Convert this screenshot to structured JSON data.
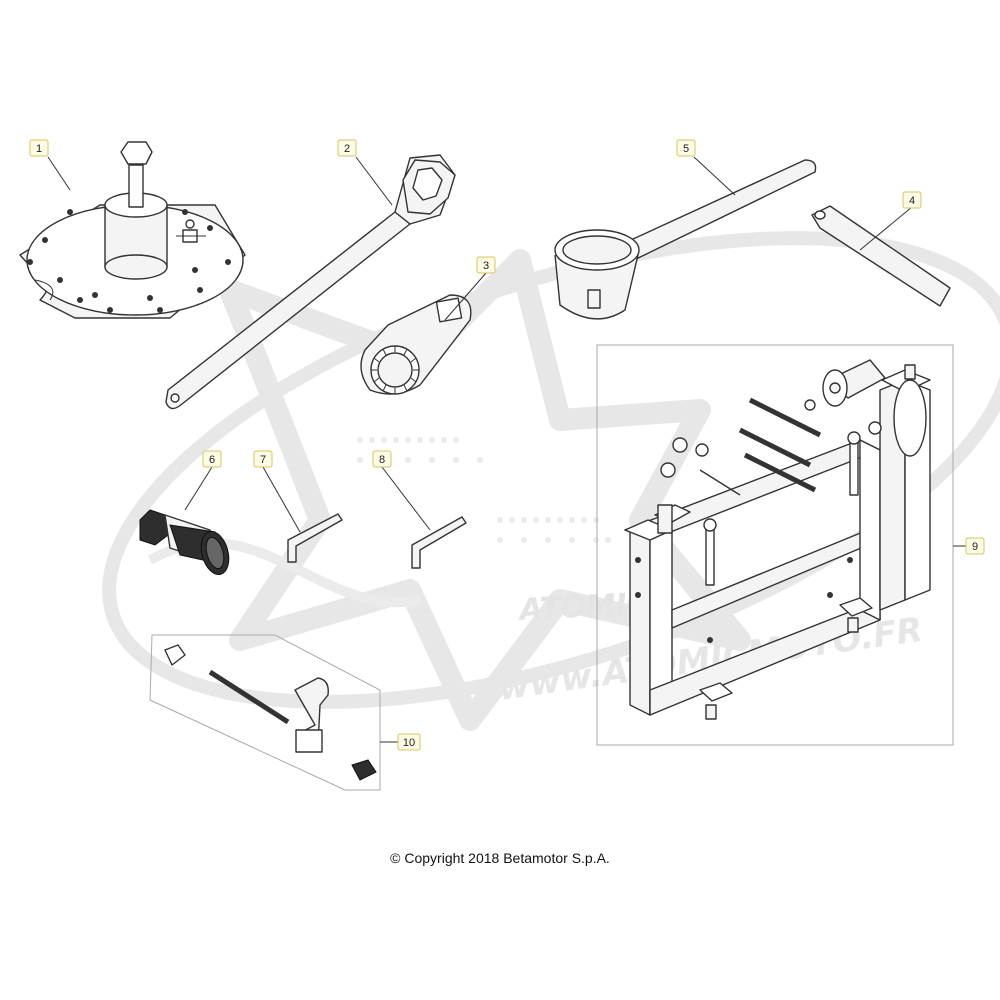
{
  "copyright": "© Copyright 2018 Betamotor S.p.A.",
  "watermark": {
    "logo_text": "www.ATOMICMOTO.FR",
    "brand_text": "ATOMIC"
  },
  "callouts": [
    "1",
    "2",
    "3",
    "4",
    "5",
    "6",
    "7",
    "8",
    "9",
    "10"
  ],
  "colors": {
    "callout_fill": "#fdfae6",
    "callout_border": "#d8c560",
    "line": "#333333",
    "watermark": "#d9d9d9"
  }
}
